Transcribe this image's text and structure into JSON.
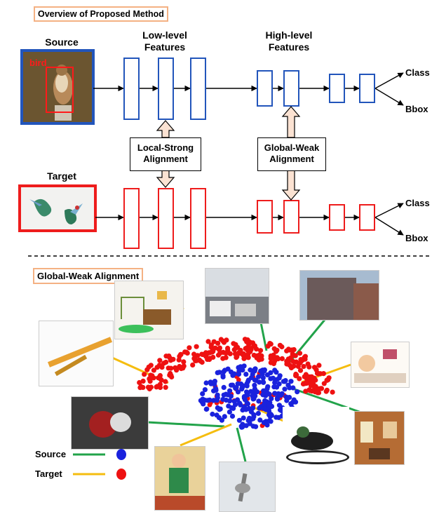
{
  "top_section": {
    "title": "Overview of Proposed Method",
    "source_label": "Source",
    "target_label": "Target",
    "bird_label": "bird",
    "low_level_label_1": "Low-level",
    "low_level_label_2": "Features",
    "high_level_label_1": "High-level",
    "high_level_label_2": "Features",
    "local_strong_1": "Local-Strong",
    "local_strong_2": "Alignment",
    "global_weak_1": "Global-Weak",
    "global_weak_2": "Alignment",
    "class_label_src": "Class",
    "bbox_label_src": "Bbox",
    "class_label_tgt": "Class",
    "bbox_label_tgt": "Bbox"
  },
  "bottom_section": {
    "title": "Global-Weak Alignment",
    "legend": {
      "source_label": "Source",
      "target_label": "Target",
      "source_line_color": "#22a34a",
      "target_line_color": "#f5bd0f",
      "source_dot_color": "#1a22dd",
      "target_dot_color": "#ee1111"
    }
  },
  "colors": {
    "source_box": "#2255bb",
    "target_box": "#ee1c1c",
    "alignment_arrow_fill": "#fbe2d2",
    "section_border": "#f4b183"
  }
}
